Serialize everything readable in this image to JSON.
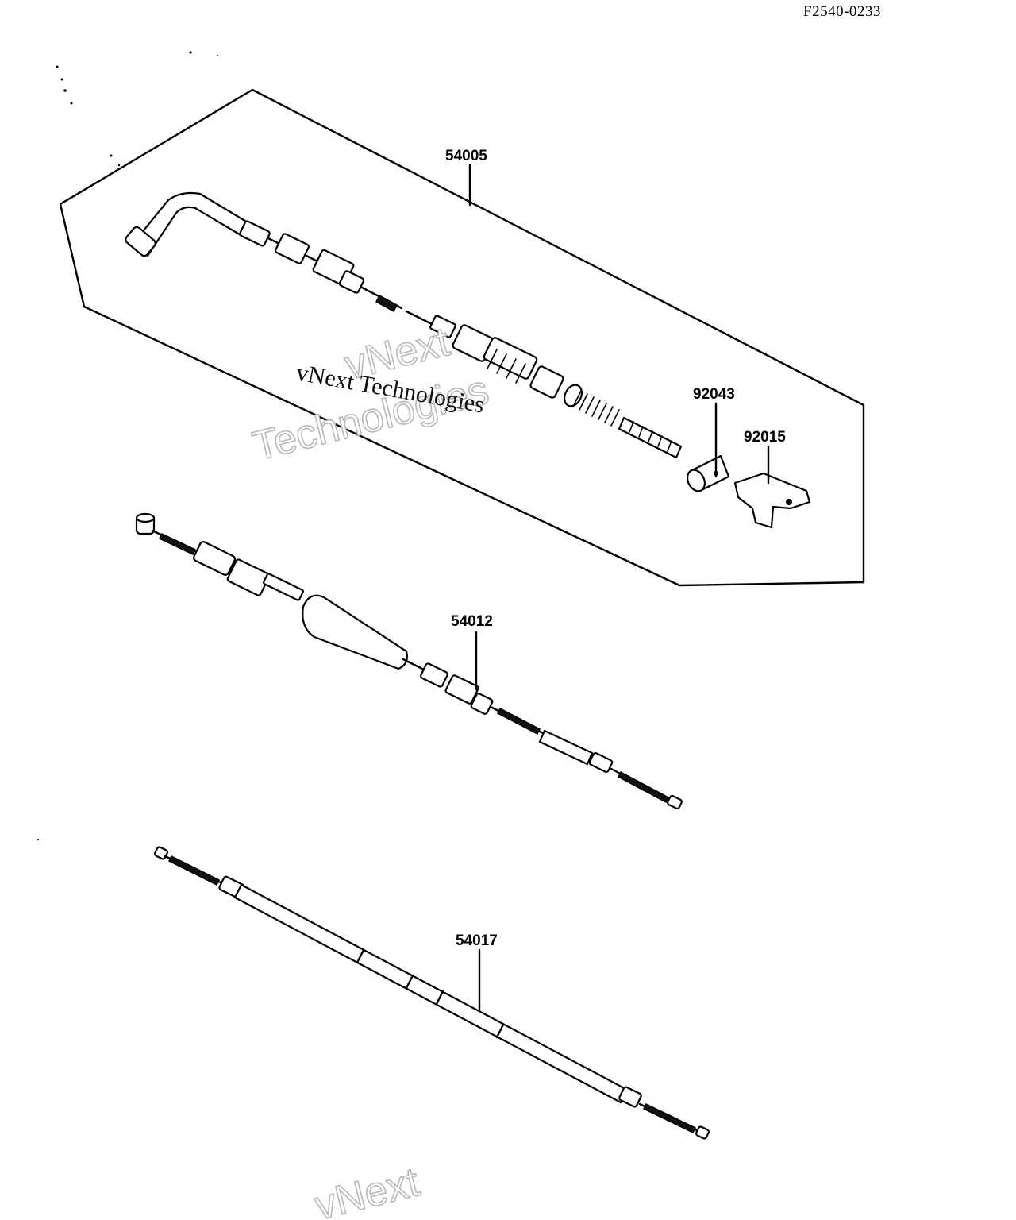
{
  "figure_code": "F2540-0233",
  "parts": [
    {
      "number": "54005"
    },
    {
      "number": "92043"
    },
    {
      "number": "92015"
    },
    {
      "number": "54012"
    },
    {
      "number": "54017"
    }
  ],
  "watermark": {
    "serif_text": "vNext Technologies",
    "outline_line_1": "vNext",
    "outline_line_2": "Technologies",
    "outline_bottom": "vNext"
  }
}
